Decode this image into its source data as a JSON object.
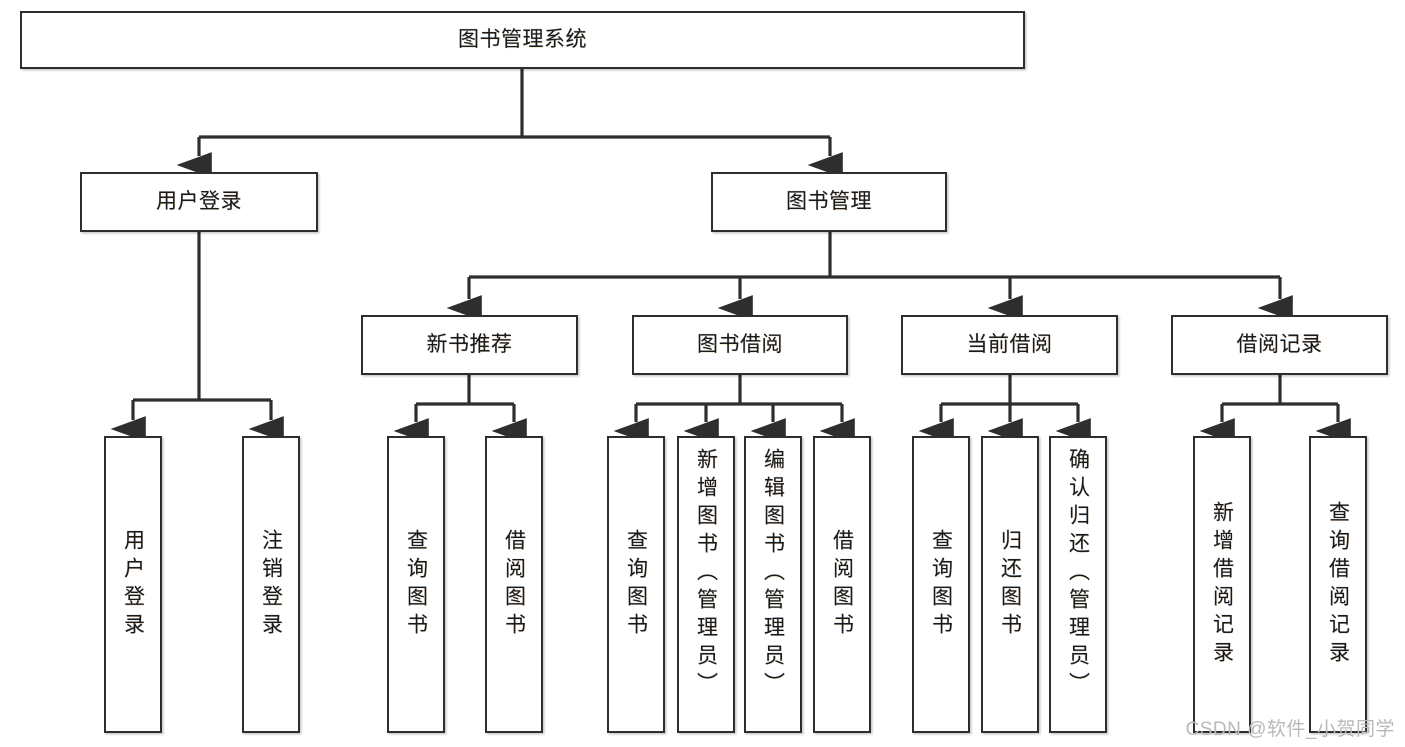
{
  "diagram": {
    "title": "图书管理系统",
    "type": "tree-hierarchy",
    "orientation": "top-down",
    "colors": {
      "box_border": "#2e2e2e",
      "box_fill": "#ffffff",
      "connector": "#2e2e2e",
      "text": "#1a1a1a",
      "watermark": "#b9b9b9"
    },
    "root": {
      "id": "root",
      "label": "图书管理系统",
      "orientation": "horizontal"
    },
    "level2": [
      {
        "id": "user-login",
        "label": "用户登录",
        "orientation": "horizontal"
      },
      {
        "id": "book-management",
        "label": "图书管理",
        "orientation": "horizontal"
      }
    ],
    "level3": [
      {
        "id": "new-book-recommend",
        "label": "新书推荐",
        "orientation": "horizontal"
      },
      {
        "id": "book-borrow",
        "label": "图书借阅",
        "orientation": "horizontal"
      },
      {
        "id": "current-borrow",
        "label": "当前借阅",
        "orientation": "horizontal"
      },
      {
        "id": "borrow-record",
        "label": "借阅记录",
        "orientation": "horizontal"
      }
    ],
    "leaves": {
      "user-login": [
        {
          "id": "leaf-user-login",
          "label": "用户登录",
          "orientation": "vertical"
        },
        {
          "id": "leaf-logout",
          "label": "注销登录",
          "orientation": "vertical"
        }
      ],
      "new-book-recommend": [
        {
          "id": "leaf-query-book-1",
          "label": "查询图书",
          "orientation": "vertical"
        },
        {
          "id": "leaf-borrow-book-1",
          "label": "借阅图书",
          "orientation": "vertical"
        }
      ],
      "book-borrow": [
        {
          "id": "leaf-query-book-2",
          "label": "查询图书",
          "orientation": "vertical"
        },
        {
          "id": "leaf-add-book",
          "label": "新增图书（管理员）",
          "orientation": "vertical"
        },
        {
          "id": "leaf-edit-book",
          "label": "编辑图书（管理员）",
          "orientation": "vertical"
        },
        {
          "id": "leaf-borrow-book-2",
          "label": "借阅图书",
          "orientation": "vertical"
        }
      ],
      "current-borrow": [
        {
          "id": "leaf-query-book-3",
          "label": "查询图书",
          "orientation": "vertical"
        },
        {
          "id": "leaf-return-book",
          "label": "归还图书",
          "orientation": "vertical"
        },
        {
          "id": "leaf-confirm-return",
          "label": "确认归还（管理员）",
          "orientation": "vertical"
        }
      ],
      "borrow-record": [
        {
          "id": "leaf-add-record",
          "label": "新增借阅记录",
          "orientation": "vertical"
        },
        {
          "id": "leaf-query-record",
          "label": "查询借阅记录",
          "orientation": "vertical"
        }
      ]
    }
  },
  "watermark": {
    "text": "CSDN @软件_小贺同学"
  }
}
